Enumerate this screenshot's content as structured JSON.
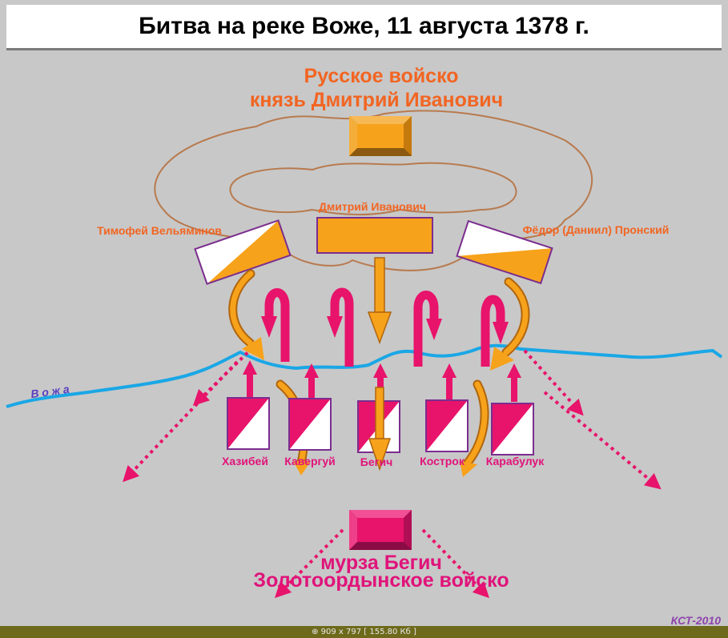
{
  "title": "Битва на реке Воже, 11 августа 1378 г.",
  "russian_army": {
    "line1": "Русское войско",
    "line2": "князь Дмитрий Иванович"
  },
  "commanders": {
    "center": "Дмитрий Иванович",
    "left": "Тимофей Вельяминов",
    "right": "Фёдор (Даниил) Пронский"
  },
  "river": "В о ж а",
  "horde_units": [
    "Хазибей",
    "Кавергуй",
    "Бегич",
    "Кострок",
    "Карабулук"
  ],
  "horde_army": {
    "line1": "мурза Бегич",
    "line2": "Золотоордынское войско"
  },
  "credit": "КСТ-2010",
  "viewer_status": "909 x 797 [ 155.80 Кб ]",
  "colors": {
    "russian": "#f7a21b",
    "horde": "#e8136b",
    "russian_text": "#f26522",
    "horde_text": "#e0137a",
    "river": "#1aa7e6",
    "river_label": "#5a3fc0",
    "camp_outline": "#b87a4e",
    "background": "#c8c8c8"
  }
}
